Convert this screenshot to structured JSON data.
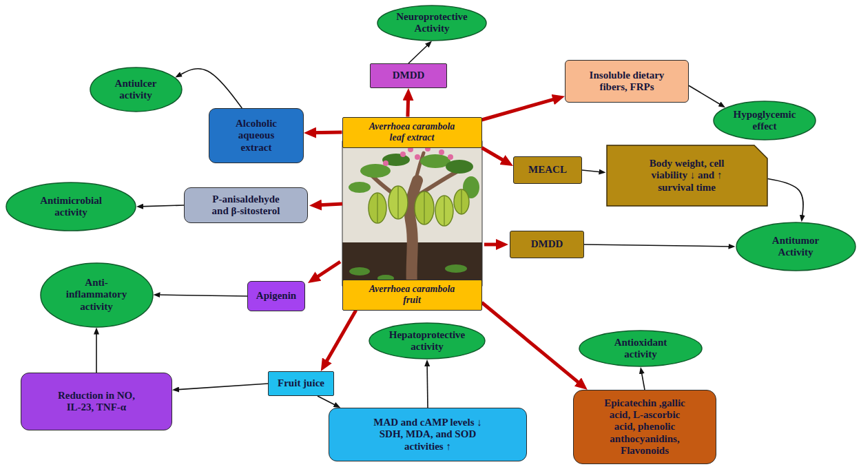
{
  "diagram": {
    "nodes": [
      {
        "text": [
          "Neuroprotective Activity"
        ]
      },
      {
        "text": [
          "DMDD"
        ]
      },
      {
        "text": [
          "Insoluble dietary fibers, FRPs"
        ]
      },
      {
        "text": [
          "Antiulcer activity"
        ]
      },
      {
        "text": [
          "Alcoholic aqueous extract"
        ]
      },
      {
        "text": [
          "Averrhoea carambola leaf extract"
        ]
      },
      {
        "text": [
          "Hypoglycemic effect"
        ]
      },
      {
        "text": [
          "MEACL"
        ]
      },
      {
        "text": [
          "Body weight, cell viability ↓ and ↑ survival time"
        ]
      },
      {
        "text": [
          "Antimicrobial activity"
        ]
      },
      {
        "text": [
          "P-anisaldehyde and β-sitosterol"
        ]
      },
      {
        "text": [
          "DMDD"
        ]
      },
      {
        "text": [
          "Antitumor Activity"
        ]
      },
      {
        "text": [
          "Apigenin"
        ]
      },
      {
        "text": [
          "Anti-inflammatory activity"
        ]
      },
      {
        "text": [
          "Averrhoea carambola fruit"
        ]
      },
      {
        "text": [
          "Antioxidant activity"
        ]
      },
      {
        "text": [
          "Hepatoprotective activity"
        ]
      },
      {
        "text": [
          "Fruit juice"
        ]
      },
      {
        "text": [
          "Reduction in NO, IL-23, TNF-α"
        ]
      },
      {
        "text": [
          "MAD and cAMP levels ↓ SDH, MDA, and SOD activities ↑"
        ]
      },
      {
        "text": [
          "Epicatechin ,gallic acid, L-ascorbic acid, phenolic anthocyanidins, Flavonoids"
        ]
      }
    ],
    "edges": [
      {
        "from": 5,
        "to": 1,
        "arrow": "to"
      },
      {
        "from": 1,
        "to": 0,
        "arrow": "to"
      },
      {
        "from": 5,
        "to": 2,
        "arrow": "to"
      },
      {
        "from": 2,
        "to": 6,
        "arrow": "to"
      },
      {
        "from": 5,
        "to": 4,
        "arrow": "to"
      },
      {
        "from": 4,
        "to": 3,
        "arrow": "to"
      },
      {
        "from": 5,
        "to": 7,
        "arrow": "to"
      },
      {
        "from": 7,
        "to": 8,
        "arrow": "to"
      },
      {
        "from": 8,
        "to": 12,
        "arrow": "to"
      },
      {
        "from": 10,
        "to": 9,
        "arrow": "to"
      },
      {
        "from": 11,
        "to": 12,
        "arrow": "to"
      },
      {
        "from": 13,
        "to": 14,
        "arrow": "to"
      },
      {
        "from": 15,
        "to": 18,
        "arrow": "to"
      },
      {
        "from": 15,
        "to": 21,
        "arrow": "to"
      },
      {
        "from": 18,
        "to": 19,
        "arrow": "to"
      },
      {
        "from": 19,
        "to": 14,
        "arrow": "to"
      },
      {
        "from": 18,
        "to": 20,
        "arrow": "to"
      },
      {
        "from": 20,
        "to": 17,
        "arrow": "to"
      },
      {
        "from": 21,
        "to": 16,
        "arrow": "to"
      }
    ]
  }
}
